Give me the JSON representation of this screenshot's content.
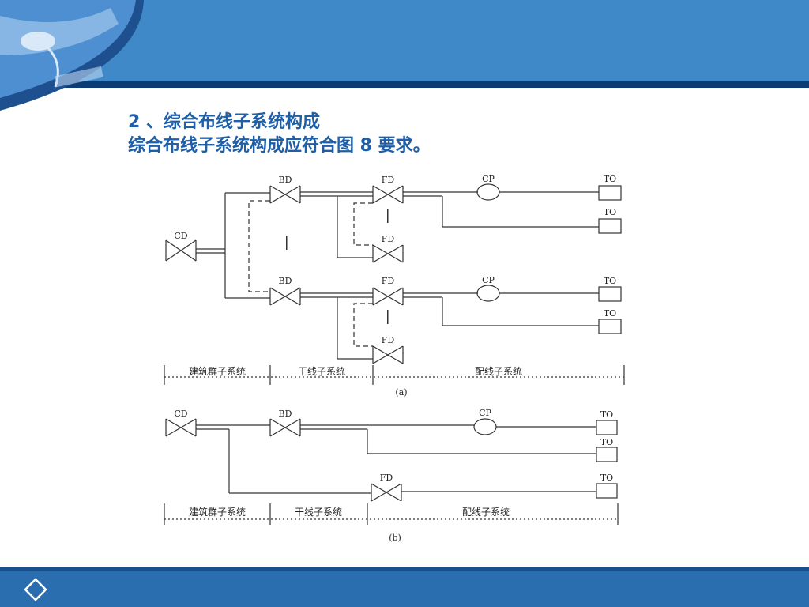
{
  "slide": {
    "heading": "2 、综合布线子系统构成",
    "subheading": "综合布线子系统构成应符合图 8 要求。"
  },
  "diagram_a": {
    "labels": {
      "cd": "CD",
      "bd1": "BD",
      "bd2": "BD",
      "fd1": "FD",
      "fd2": "FD",
      "fd3": "FD",
      "fd4": "FD",
      "cp1": "CP",
      "cp2": "CP",
      "to1": "TO",
      "to2": "TO",
      "to3": "TO",
      "to4": "TO"
    },
    "segments": {
      "campus": "建筑群子系统",
      "backbone": "干线子系统",
      "horizontal": "配线子系统"
    },
    "caption": "(a)"
  },
  "diagram_b": {
    "labels": {
      "cd": "CD",
      "bd": "BD",
      "fd": "FD",
      "cp": "CP",
      "to1": "TO",
      "to2": "TO",
      "to3": "TO"
    },
    "segments": {
      "campus": "建筑群子系统",
      "backbone": "干线子系统",
      "horizontal": "配线子系统"
    },
    "caption": "(b)"
  },
  "theme": {
    "primary": "#3f89c9",
    "dark": "#0d3c74",
    "title": "#1f5fa8"
  }
}
